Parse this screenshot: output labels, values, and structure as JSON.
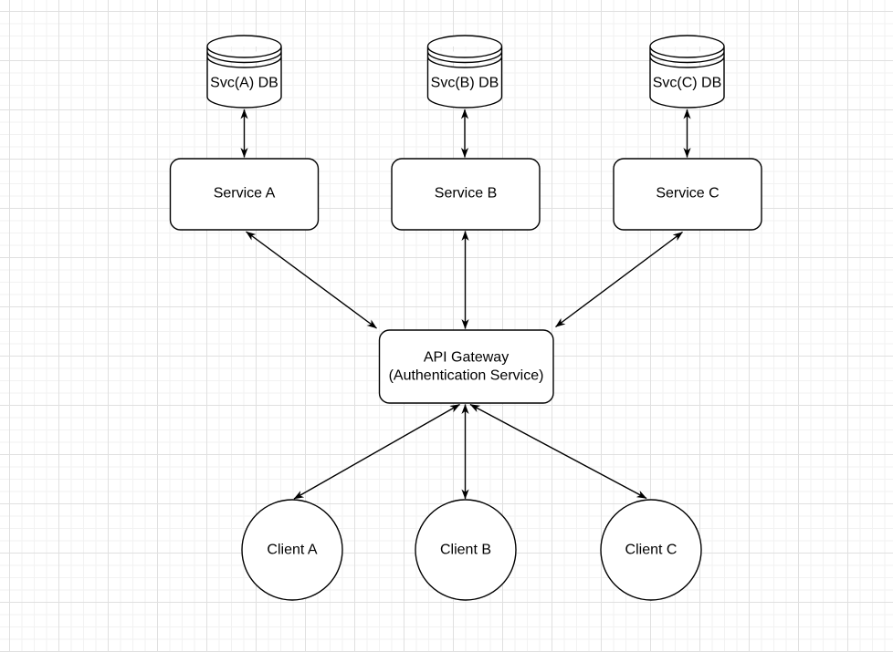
{
  "diagram": {
    "type": "architecture-diagram",
    "nodes": {
      "db_a": {
        "shape": "database-cylinder",
        "label": "Svc(A) DB"
      },
      "db_b": {
        "shape": "database-cylinder",
        "label": "Svc(B) DB"
      },
      "db_c": {
        "shape": "database-cylinder",
        "label": "Svc(C) DB"
      },
      "service_a": {
        "shape": "rounded-rectangle",
        "label": "Service A"
      },
      "service_b": {
        "shape": "rounded-rectangle",
        "label": "Service B"
      },
      "service_c": {
        "shape": "rounded-rectangle",
        "label": "Service C"
      },
      "api_gateway": {
        "shape": "rounded-rectangle",
        "label": "API Gateway",
        "sublabel": "(Authentication Service)"
      },
      "client_a": {
        "shape": "circle",
        "label": "Client A"
      },
      "client_b": {
        "shape": "circle",
        "label": "Client B"
      },
      "client_c": {
        "shape": "circle",
        "label": "Client C"
      }
    },
    "edges": [
      {
        "from": "Svc(A) DB",
        "to": "Service A",
        "direction": "bidirectional"
      },
      {
        "from": "Svc(B) DB",
        "to": "Service B",
        "direction": "bidirectional"
      },
      {
        "from": "Svc(C) DB",
        "to": "Service C",
        "direction": "bidirectional"
      },
      {
        "from": "Service A",
        "to": "API Gateway (Authentication Service)",
        "direction": "bidirectional"
      },
      {
        "from": "Service B",
        "to": "API Gateway (Authentication Service)",
        "direction": "bidirectional"
      },
      {
        "from": "Service C",
        "to": "API Gateway (Authentication Service)",
        "direction": "bidirectional"
      },
      {
        "from": "Client A",
        "to": "API Gateway (Authentication Service)",
        "direction": "bidirectional"
      },
      {
        "from": "Client B",
        "to": "API Gateway (Authentication Service)",
        "direction": "bidirectional"
      },
      {
        "from": "Client C",
        "to": "API Gateway (Authentication Service)",
        "direction": "bidirectional"
      }
    ],
    "colors": {
      "shape_stroke": "#000000",
      "shape_fill": "#ffffff",
      "text": "#000000",
      "grid_minor": "#f2f2f2",
      "grid_major": "#e0e0e0",
      "background": "#ffffff"
    }
  }
}
